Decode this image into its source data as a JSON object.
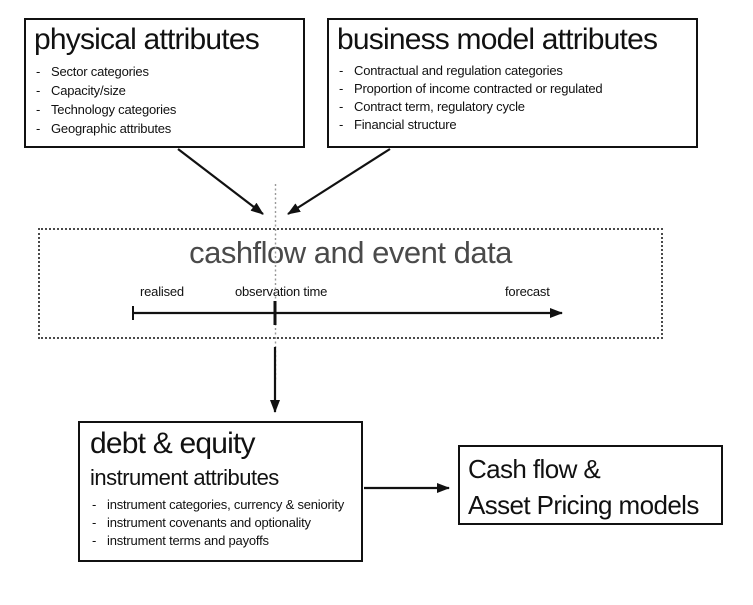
{
  "bullet": "-",
  "colors": {
    "box_border": "#111111",
    "text": "#111111",
    "cashflow_title": "#4a4a4a",
    "background": "#ffffff"
  },
  "boxes": {
    "physical": {
      "title": "physical attributes",
      "items": [
        "Sector categories",
        "Capacity/size",
        "Technology categories",
        "Geographic attributes"
      ]
    },
    "business": {
      "title": "business model attributes",
      "items": [
        "Contractual and regulation categories",
        "Proportion of income contracted or regulated",
        "Contract term, regulatory cycle",
        "Financial structure"
      ]
    },
    "cashflow": {
      "title": "cashflow and event data",
      "timeline": {
        "left_label": "realised",
        "center_label": "observation time",
        "right_label": "forecast"
      }
    },
    "debt": {
      "title": "debt & equity",
      "subtitle": "instrument attributes",
      "items": [
        "instrument categories, currency & seniority",
        "instrument covenants and optionality",
        "instrument terms and payoffs"
      ]
    },
    "models": {
      "line1": "Cash flow &",
      "line2": "Asset Pricing models"
    }
  }
}
